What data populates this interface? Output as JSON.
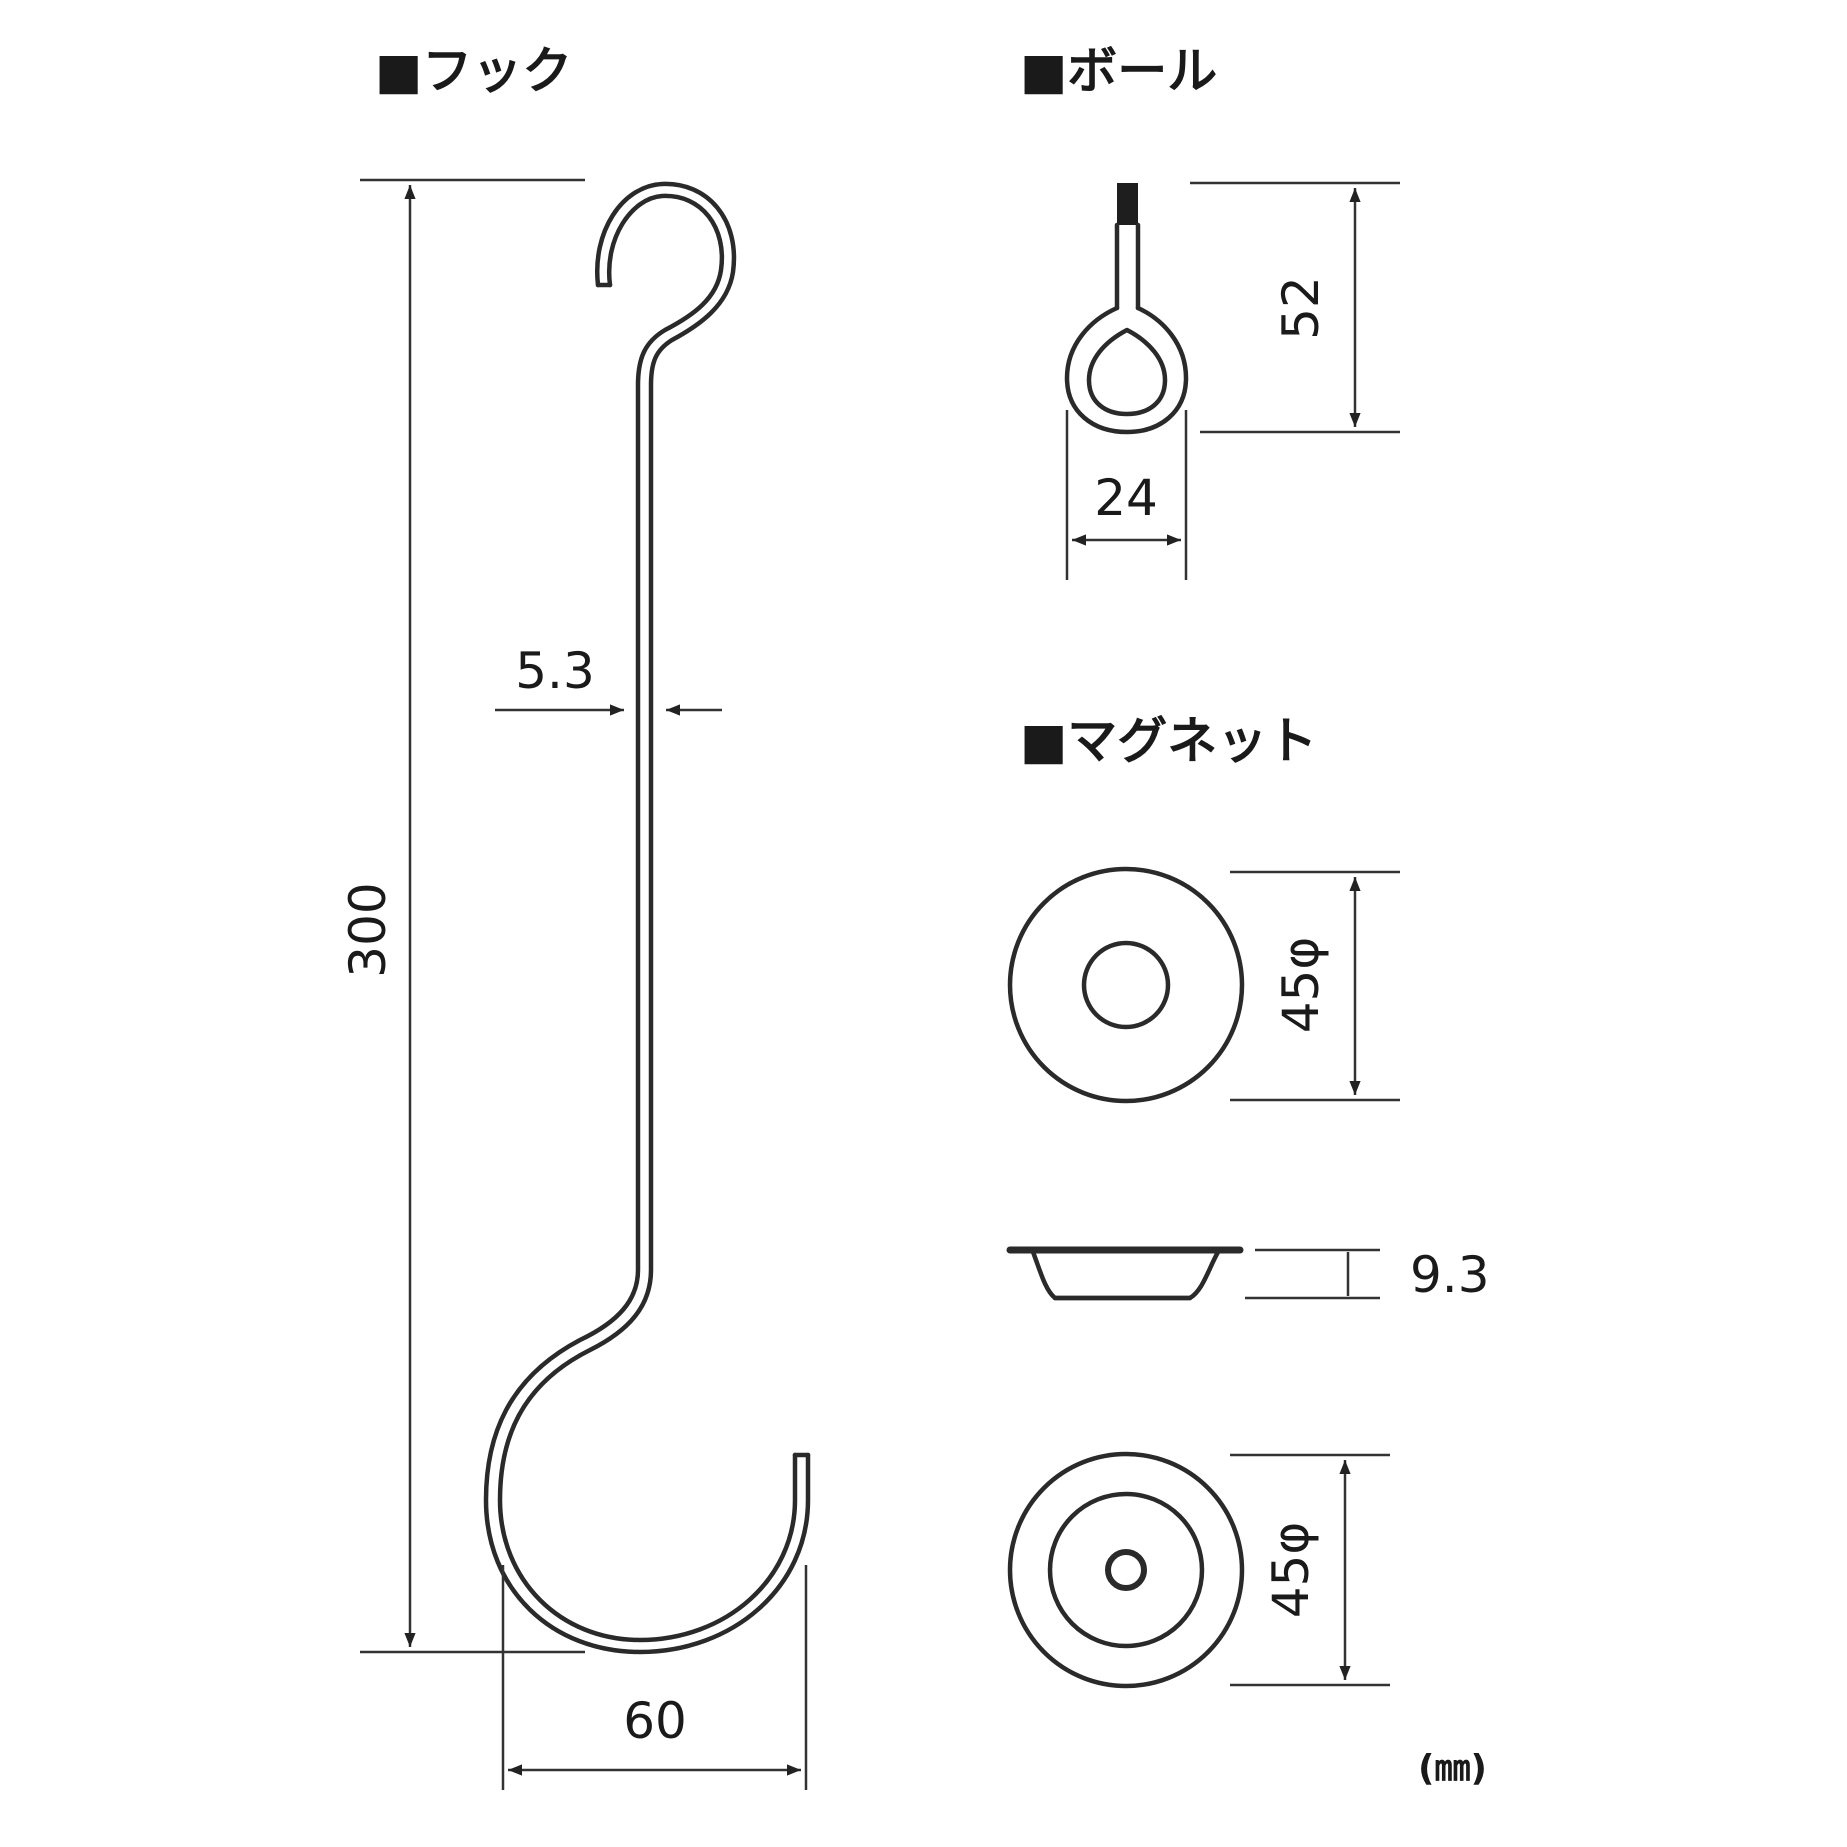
{
  "sections": {
    "hook": {
      "title": "■フック"
    },
    "pole": {
      "title": "■ボール"
    },
    "magnet": {
      "title": "■マグネット"
    }
  },
  "dimensions": {
    "hook_height": "300",
    "hook_wire": "5.3",
    "hook_width": "60",
    "pole_height": "52",
    "pole_width": "24",
    "magnet_diameter_top": "45φ",
    "magnet_thickness": "9.3",
    "magnet_diameter_bottom": "45φ"
  },
  "unit": "(㎜)"
}
